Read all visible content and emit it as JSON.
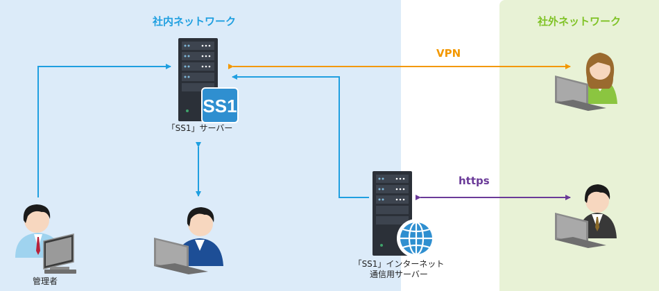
{
  "zones": {
    "internal_title": "社内ネットワーク",
    "external_title": "社外ネットワーク"
  },
  "protocols": {
    "vpn": "VPN",
    "https": "https"
  },
  "nodes": {
    "ss1_server_label": "「SS1」サーバー",
    "ss1_logo_text": "SS1",
    "admin_label": "管理者",
    "internet_server_label_line1": "「SS1」インターネット",
    "internet_server_label_line2": "通信用サーバー"
  },
  "colors": {
    "internal_zone": "#dcebf9",
    "external_zone": "#e8f2d6",
    "internal_arrow": "#1f9fe0",
    "vpn_arrow": "#f39800",
    "https_arrow": "#6a3a98",
    "server_body": "#2b3038"
  }
}
